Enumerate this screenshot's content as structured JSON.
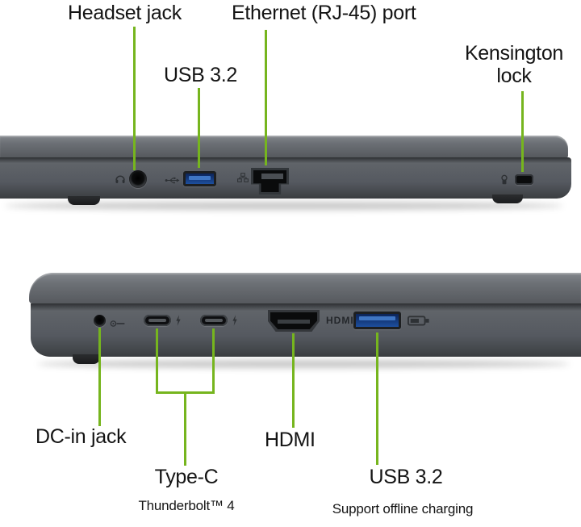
{
  "page": {
    "background": "#ffffff"
  },
  "colors": {
    "callout_green": "#76b51e",
    "label_text": "#141414",
    "chassis_gray": "#55585c",
    "usb_port_blue": "#1d4f9e"
  },
  "top_view": {
    "name": "laptop-right-side-ports",
    "labels": {
      "headset": "Headset jack",
      "ethernet": "Ethernet (RJ-45) port",
      "usb": "USB 3.2",
      "kensington_line1": "Kensington",
      "kensington_line2": "lock"
    },
    "icons": [
      "headset-icon",
      "usb-icon",
      "ethernet-icon",
      "kensington-lock-icon"
    ]
  },
  "bottom_view": {
    "name": "laptop-left-side-ports",
    "labels": {
      "dc_in": "DC-in jack",
      "hdmi": "HDMI",
      "type_c": "Type-C",
      "type_c_sub": "Thunderbolt™ 4",
      "usb": "USB 3.2",
      "usb_sub": "Support offline charging"
    },
    "prints": {
      "hdmi_logo": "HDMI"
    },
    "icons": [
      "dc-plug-icon",
      "thunderbolt-icon",
      "thunderbolt-icon",
      "usb-battery-charging-icon"
    ]
  }
}
